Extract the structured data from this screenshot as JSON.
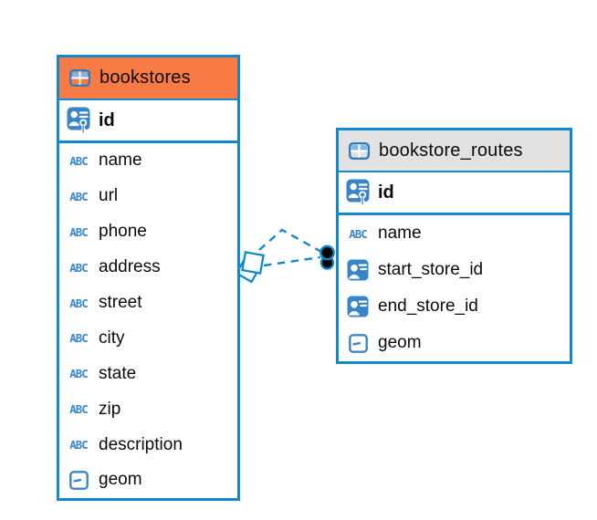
{
  "diagram": {
    "background_color": "#ffffff",
    "accent_blue": "#1389CA",
    "icon_blue": "#3884C6",
    "icons": {
      "text_type_glyph": "ABC"
    },
    "tables": [
      {
        "name": "bookstores",
        "header_color": "#F87B45",
        "primary_key": {
          "name": "id",
          "type": "primary-key"
        },
        "columns": [
          {
            "name": "name",
            "type": "text"
          },
          {
            "name": "url",
            "type": "text"
          },
          {
            "name": "phone",
            "type": "text"
          },
          {
            "name": "address",
            "type": "text"
          },
          {
            "name": "street",
            "type": "text"
          },
          {
            "name": "city",
            "type": "text"
          },
          {
            "name": "state",
            "type": "text"
          },
          {
            "name": "zip",
            "type": "text"
          },
          {
            "name": "description",
            "type": "text"
          },
          {
            "name": "geom",
            "type": "geometry"
          }
        ]
      },
      {
        "name": "bookstore_routes",
        "header_color": "#E2E2E2",
        "primary_key": {
          "name": "id",
          "type": "primary-key"
        },
        "columns": [
          {
            "name": "name",
            "type": "text"
          },
          {
            "name": "start_store_id",
            "type": "reference"
          },
          {
            "name": "end_store_id",
            "type": "reference"
          },
          {
            "name": "geom",
            "type": "geometry"
          }
        ]
      }
    ],
    "relations": [
      {
        "from_table": "bookstores",
        "to_table": "bookstore_routes",
        "style": "dashed"
      },
      {
        "from_table": "bookstores",
        "to_table": "bookstore_routes",
        "style": "dashed"
      }
    ]
  }
}
